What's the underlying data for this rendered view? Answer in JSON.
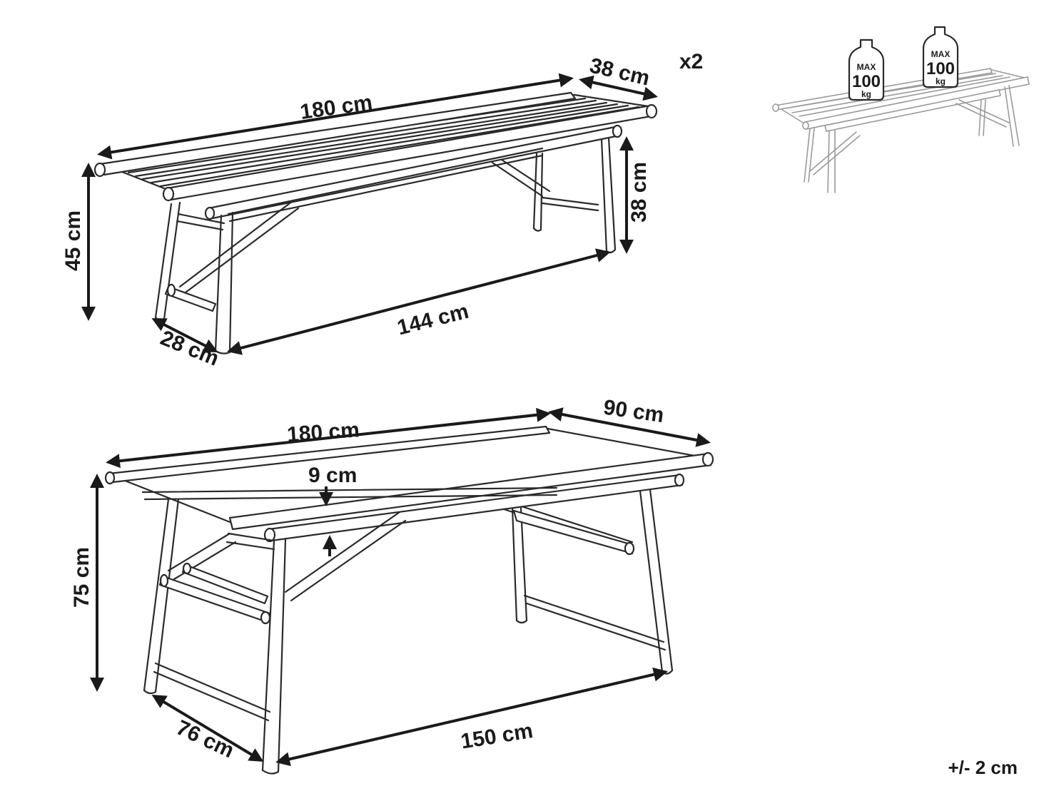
{
  "bench": {
    "quantity": "x2",
    "length": "180 cm",
    "depth": "38 cm",
    "height": "45 cm",
    "leg_height": "38 cm",
    "leg_span": "144 cm",
    "leg_depth": "28 cm"
  },
  "table": {
    "length": "180 cm",
    "width": "90 cm",
    "top_clearance": "9 cm",
    "height": "75 cm",
    "leg_span": "150 cm",
    "leg_depth": "76 cm"
  },
  "load_badges": [
    {
      "max": "MAX",
      "value": "100",
      "unit": "kg"
    },
    {
      "max": "MAX",
      "value": "100",
      "unit": "kg"
    }
  ],
  "tolerance": "+/- 2 cm"
}
